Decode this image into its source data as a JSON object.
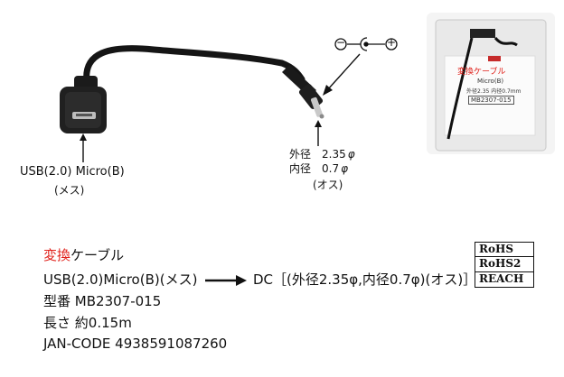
{
  "labels": {
    "usb_connector": "USB(2.0) Micro(B)",
    "usb_gender": "(メス)",
    "dc_outer": "外径　2.35",
    "dc_inner": "内径　0.7",
    "phi": "φ",
    "dc_gender": "(オス)",
    "polarity_minus": "−",
    "polarity_plus": "+"
  },
  "package": {
    "title": "変換ケーブル",
    "subtitle": "Micro(B)",
    "spec": "外径2.35 内径0.7mm",
    "model": "MB2307-015"
  },
  "info": {
    "title_red": "変換",
    "title_rest": "ケーブル",
    "conversion_from": "USB(2.0)Micro(B)(メス)",
    "conversion_to": "DC［(外径2.35φ,内径0.7φ)(オス)］",
    "model_label": "型番",
    "model_value": "MB2307-015",
    "length_label": "長さ",
    "length_value": "約0.15m",
    "jan_label": "JAN-CODE",
    "jan_value": "4938591087260"
  },
  "compliance": [
    "RoHS",
    "RoHS2",
    "REACH"
  ],
  "colors": {
    "accent_red": "#e0201a",
    "cable": "#151515"
  }
}
